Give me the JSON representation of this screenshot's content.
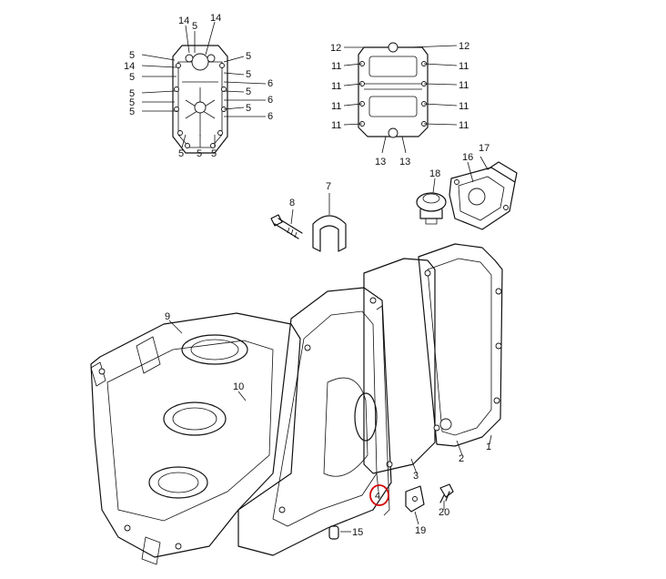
{
  "diagram": {
    "callouts": {
      "c1": "1",
      "c2": "2",
      "c3": "3",
      "c4": "4",
      "c7": "7",
      "c8": "8",
      "c9": "9",
      "c10": "10",
      "c13": "13",
      "c15": "15",
      "c16": "16",
      "c17": "17",
      "c18": "18",
      "c19": "19",
      "c20": "20",
      "left_cover": {
        "t14a": "14",
        "t14b": "14",
        "t5top": "5",
        "l5a": "5",
        "l14": "14",
        "l5b": "5",
        "l5c": "5",
        "l5d": "5",
        "l5e": "5",
        "r5a": "5",
        "r5b": "5",
        "r5c": "5",
        "r5d": "5",
        "r6a": "6",
        "r6b": "6",
        "r6c": "6",
        "b5a": "5",
        "b5b": "5",
        "b5c": "5"
      },
      "right_cover": {
        "l12": "12",
        "r12": "12",
        "l11a": "11",
        "l11b": "11",
        "l11c": "11",
        "l11d": "11",
        "r11a": "11",
        "r11b": "11",
        "r11c": "11",
        "r11d": "11",
        "b13a": "13",
        "b13b": "13"
      }
    },
    "highlight": {
      "callout": "4",
      "color": "#d40000"
    }
  }
}
